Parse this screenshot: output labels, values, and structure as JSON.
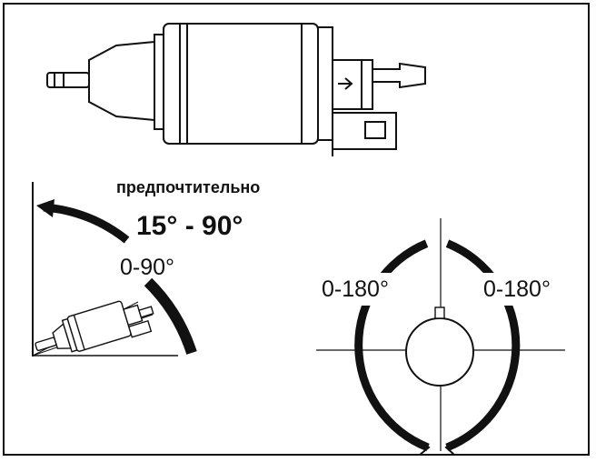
{
  "labels": {
    "preferred_word": "предпочтительно",
    "preferred_range": "15° - 90°",
    "tilt_range": "0-90°",
    "rotation_left": "0-180°",
    "rotation_right": "0-180°"
  },
  "colors": {
    "line": "#111111",
    "background": "#ffffff"
  }
}
